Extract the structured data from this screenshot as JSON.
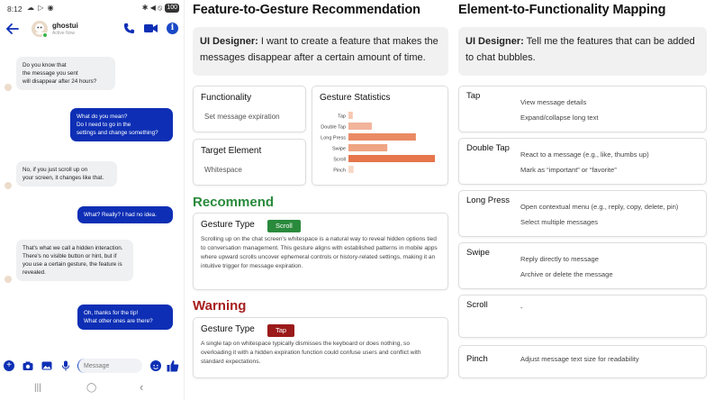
{
  "phone": {
    "status": {
      "time": "8:12",
      "left_icons": "☁ ▷ ◉",
      "right_icons": "✱ ◀ ⦸",
      "battery": "100"
    },
    "header": {
      "name": "ghostui",
      "subtitle": "Active Now"
    },
    "messages": [
      {
        "dir": "in",
        "lines": [
          "Do you know that",
          "the message you sent",
          "will disappear after 24 hours?"
        ]
      },
      {
        "dir": "out",
        "lines": [
          "What do you mean?",
          "Do I need to go in the",
          "settings and change something?"
        ]
      },
      {
        "dir": "in",
        "lines": [
          "No, if you just scroll up on",
          "your screen, it changes like that."
        ]
      },
      {
        "dir": "out",
        "lines": [
          "What? Really? I had no idea."
        ]
      },
      {
        "dir": "in",
        "lines": [
          "That's what we call a hidden interaction.",
          "There's no visible button or hint, but if",
          "you use a certain gesture, the feature is",
          "revealed."
        ]
      },
      {
        "dir": "out",
        "lines": [
          "Oh, thanks for the tip!",
          "What other ones are there?"
        ]
      }
    ],
    "composer": {
      "placeholder": "Message"
    },
    "nav": {
      "recent": "|||",
      "home": "◯",
      "back": "‹"
    }
  },
  "middle": {
    "title": "Feature-to-Gesture Recommendation",
    "prompt": {
      "role": "UI Designer:",
      "text": " I want to create a feature that makes the messages disappear after a certain amount of time."
    },
    "functionality": {
      "label": "Functionality",
      "value": "Set message expiration"
    },
    "target": {
      "label": "Target Element",
      "value": "Whitespace"
    },
    "stats_label": "Gesture Statistics",
    "recommend": {
      "heading": "Recommend",
      "gesture_label": "Gesture Type",
      "gesture": "Scroll",
      "text": "Scrolling up on the chat screen's whitespace is a natural way to reveal hidden options tied to conversation management. This gesture aligns with established patterns in mobile apps where upward scrolls uncover ephemeral controls or history-related settings, making it an intuitive trigger for message expiration."
    },
    "warning": {
      "heading": "Warning",
      "gesture_label": "Gesture Type",
      "gesture": "Tap",
      "text": "A single tap on whitespace typically dismisses the keyboard or does nothing, so overloading it with a hidden expiration function could confuse users and conflict with standard expectations."
    }
  },
  "chart_data": {
    "type": "bar",
    "orientation": "horizontal",
    "categories": [
      "Tap",
      "Double Tap",
      "Long Press",
      "Swipe",
      "Scroll",
      "Pinch"
    ],
    "values": [
      5,
      27,
      78,
      45,
      100,
      6
    ],
    "colors": [
      "#f6c9b3",
      "#f1b49a",
      "#ea8a63",
      "#efa483",
      "#e6764c",
      "#f8d8c8"
    ],
    "xlim": [
      0,
      100
    ],
    "title": "Gesture Statistics"
  },
  "right": {
    "title": "Element-to-Functionality Mapping",
    "prompt": {
      "role": "UI Designer:",
      "text": " Tell me the features that can be added to chat bubbles."
    },
    "rows": [
      {
        "gesture": "Tap",
        "functions": [
          "View message details",
          "Expand/collapse long text"
        ]
      },
      {
        "gesture": "Double Tap",
        "functions": [
          "React to a message (e.g., like, thumbs up)",
          "Mark as “important” or “favorite”"
        ]
      },
      {
        "gesture": "Long Press",
        "functions": [
          "Open contextual menu (e.g., reply, copy, delete, pin)",
          "Select multiple messages"
        ]
      },
      {
        "gesture": "Swipe",
        "functions": [
          "Reply directly to message",
          "Archive or delete the message"
        ]
      },
      {
        "gesture": "Scroll",
        "functions": [
          "-"
        ]
      },
      {
        "gesture": "Pinch",
        "functions": [
          "Adjust message text size for readability"
        ]
      }
    ]
  },
  "colors": {
    "brand_blue": "#0e2fb5",
    "recommend_green": "#2a8a3c",
    "warning_red": "#a61d1d"
  }
}
